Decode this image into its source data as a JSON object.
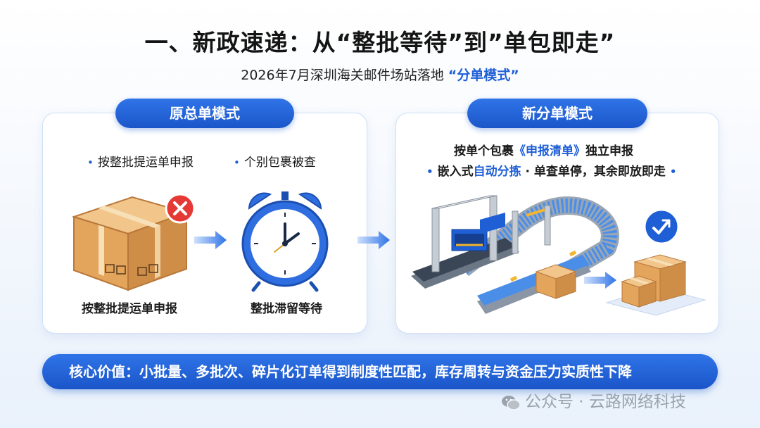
{
  "title": "一、新政速递：从“整批等待”到”单包即走”",
  "subtitle": {
    "prefix": "2026年7月深圳海关邮件场站落地",
    "highlight": "“分单模式”"
  },
  "left_panel": {
    "header": "原总单模式",
    "bullet_1": "按整批提运单申报",
    "bullet_2": "个别包裹被查",
    "caption_1": "按整批提运单申报",
    "caption_2": "整批滞留等待"
  },
  "right_panel": {
    "header": "新分单模式",
    "line_1": {
      "pre": "按单个包裹",
      "hl": "《申报清单》",
      "post": "独立申报"
    },
    "line_2": {
      "pre": "嵌入式",
      "hl": "自动分拣",
      "post": " · 单查单停，其余即放即走"
    }
  },
  "banner": "核心价值：小批量、多批次、碎片化订单得到制度性匹配，库存周转与资金压力实质性下降",
  "watermark": "公众号 · 云路网络科技",
  "colors": {
    "accent": "#1f5fd6",
    "alert": "#e53935",
    "box": "#e0a45a"
  },
  "icons": [
    "cardboard-box-icon",
    "reject-x-icon",
    "arrow-right-icon",
    "alarm-clock-icon",
    "conveyor-scanner-icon",
    "check-arrow-icon",
    "package-stack-icon"
  ]
}
